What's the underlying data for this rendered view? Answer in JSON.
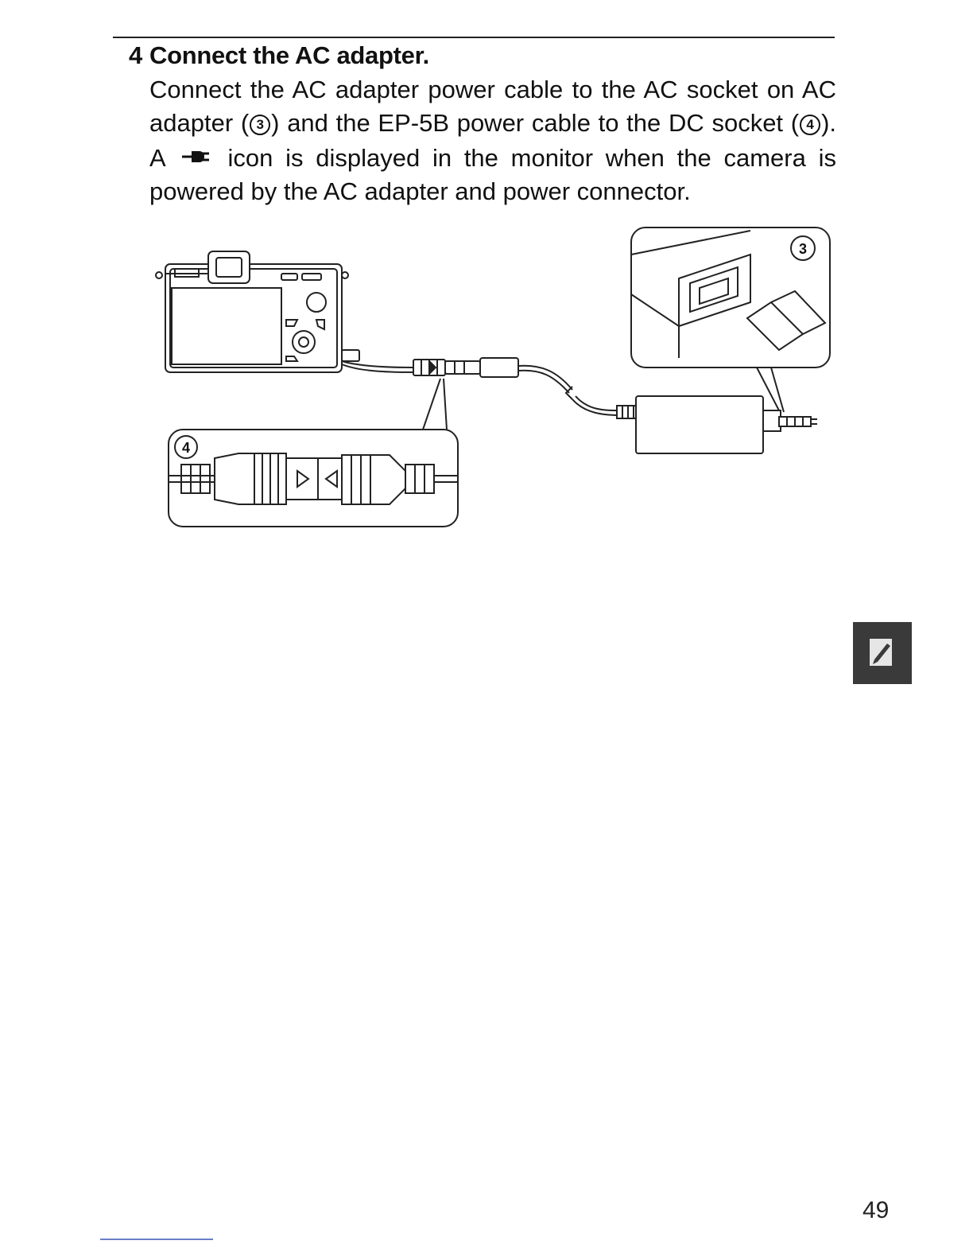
{
  "step": {
    "number": "4",
    "heading": "Connect the AC adapter.",
    "body_part1": "Connect the AC adapter power cable to the AC socket on AC adapter (",
    "callout_adapter": "3",
    "body_part2": ") and the EP-5B power cable to the DC socket (",
    "callout_dc": "4",
    "body_part3": "). A ",
    "icon_name": "ac-power-icon",
    "body_part4": " icon is displayed in the monitor when the camera is powered by the AC adapter and power connector."
  },
  "figure": {
    "callout_3": "3",
    "callout_4": "4"
  },
  "side_tab": {
    "icon_name": "notes-tab-icon"
  },
  "page_number": "49"
}
